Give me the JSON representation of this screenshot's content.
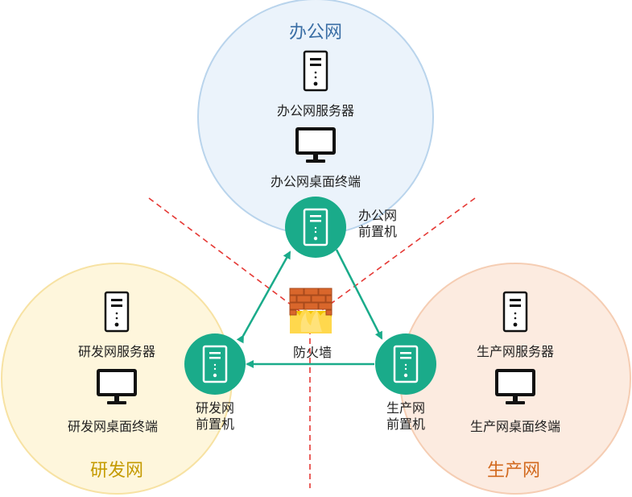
{
  "zones": {
    "office": {
      "title": "办公网",
      "title_color": "#3a6ea5",
      "fill": "#ebf3fb",
      "stroke": "#b9d4ec",
      "server_label": "办公网服务器",
      "desktop_label": "办公网桌面终端",
      "gateway_label_1": "办公网",
      "gateway_label_2": "前置机"
    },
    "rnd": {
      "title": "研发网",
      "title_color": "#c49a00",
      "fill": "#fef6dc",
      "stroke": "#f7e2a3",
      "server_label": "研发网服务器",
      "desktop_label": "研发网桌面终端",
      "gateway_label_1": "研发网",
      "gateway_label_2": "前置机"
    },
    "production": {
      "title": "生产网",
      "title_color": "#d2691e",
      "fill": "#fcebe0",
      "stroke": "#f5cdb3",
      "server_label": "生产网服务器",
      "desktop_label": "生产网桌面终端",
      "gateway_label_1": "生产网",
      "gateway_label_2": "前置机"
    }
  },
  "firewall": {
    "label": "防火墙",
    "icon": "firewall-icon"
  },
  "colors": {
    "gateway": "#1aab8a",
    "arrow": "#1aab8a",
    "boundary": "#e53935"
  }
}
